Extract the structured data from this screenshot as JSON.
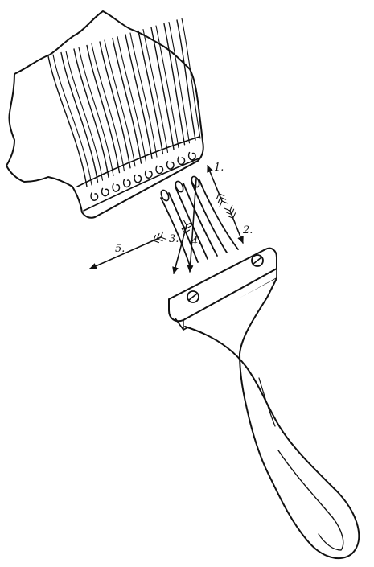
{
  "diagram": {
    "step_labels": [
      "1.",
      "2.",
      "3.",
      "4.",
      "5."
    ],
    "colors": {
      "ink": "#111111",
      "paper": "#ffffff"
    }
  }
}
